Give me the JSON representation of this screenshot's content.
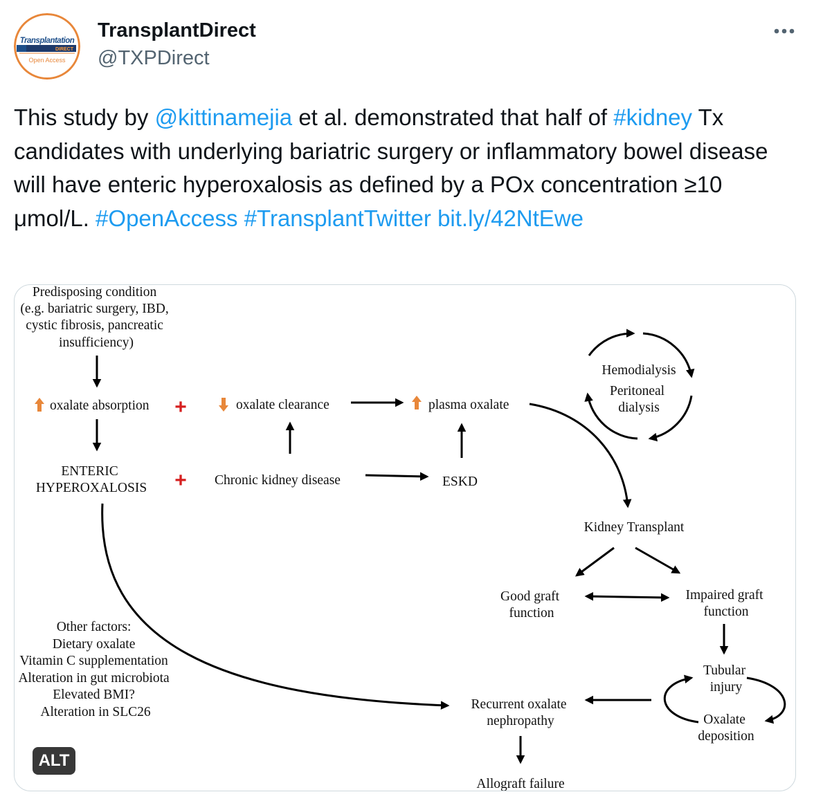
{
  "author": {
    "display_name": "TransplantDirect",
    "handle": "@TXPDirect",
    "avatar_logo": {
      "line1": "Transplantation",
      "line2": "DIRECT",
      "line3": "Open Access"
    }
  },
  "tweet": {
    "text_1": "This study by ",
    "mention": "@kittinamejia",
    "text_2": " et al. demonstrated that half of ",
    "hashtag_kidney": "#kidney",
    "text_3": " Tx candidates with underlying bariatric surgery or inflammatory bowel disease will have enteric hyperoxalosis as defined by a POx concentration ≥10 μmol/L. ",
    "hashtag_openaccess": "#OpenAccess",
    "hashtag_transplanttwitter": "#TransplantTwitter",
    "link": "bit.ly/42NtEwe"
  },
  "media": {
    "alt_label": "ALT",
    "diagram": {
      "predisposing": [
        "Predisposing condition",
        "(e.g. bariatric surgery, IBD,",
        "cystic fibrosis, pancreatic",
        "insufficiency)"
      ],
      "oxalate_absorption": "oxalate absorption",
      "oxalate_clearance": "oxalate clearance",
      "plasma_oxalate": "plasma oxalate",
      "plus": "+",
      "enteric": [
        "ENTERIC",
        "HYPEROXALOSIS"
      ],
      "ckd": "Chronic kidney disease",
      "eskd": "ESKD",
      "hemodialysis": "Hemodialysis",
      "peritoneal": [
        "Peritoneal",
        "dialysis"
      ],
      "kidney_transplant": "Kidney Transplant",
      "good_graft": [
        "Good graft",
        "function"
      ],
      "impaired_graft": [
        "Impaired graft",
        "function"
      ],
      "tubular_injury": [
        "Tubular",
        "injury"
      ],
      "oxalate_deposition": [
        "Oxalate",
        "deposition"
      ],
      "other_factors": [
        "Other factors:",
        "Dietary oxalate",
        "Vitamin C supplementation",
        "Alteration in gut microbiota",
        "Elevated BMI?",
        "Alteration in SLC26"
      ],
      "recurrent": [
        "Recurrent oxalate",
        "nephropathy"
      ],
      "allograft_failure": "Allograft failure"
    }
  },
  "colors": {
    "link": "#1d9bf0",
    "up_down_arrow": "#e8873a",
    "plus": "#d62020"
  }
}
